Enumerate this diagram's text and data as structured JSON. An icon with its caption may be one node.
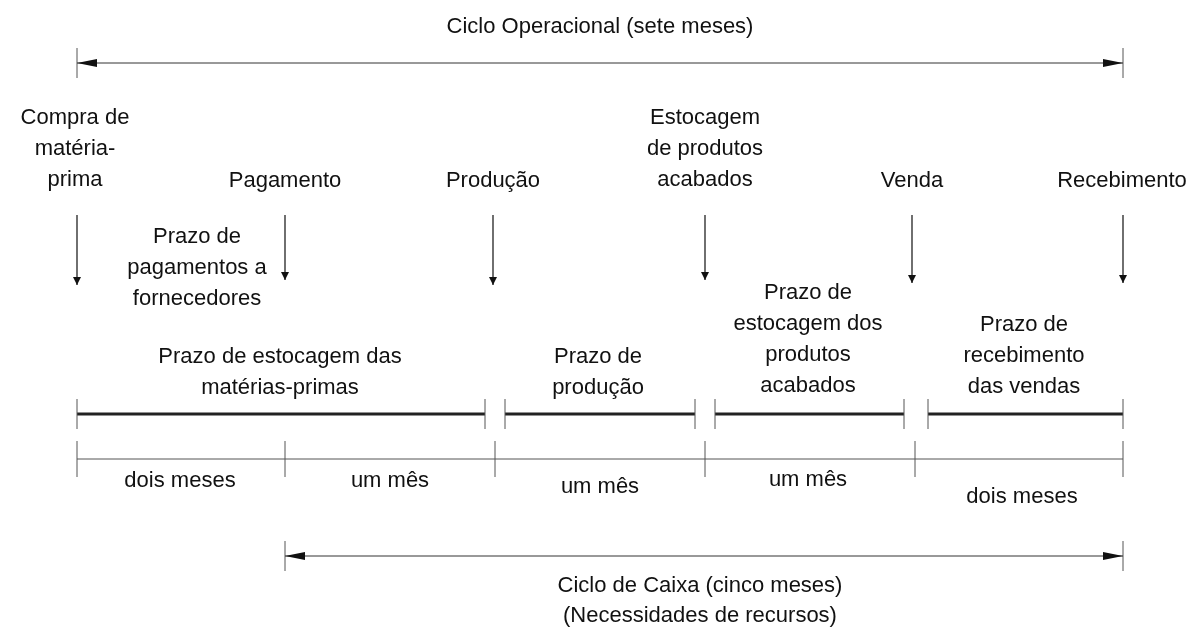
{
  "diagram": {
    "labels": [
      "Ciclo Operacional (sete meses)",
      "Compra de matéria-prima",
      "Estocagem de produtos acabados",
      "Pagamento",
      "Produção",
      "Venda",
      "Recebimento",
      "Prazo de pagamentos a fornecedores",
      "Prazo de estocagem dos produtos acabados",
      "Prazo de estocagem das matérias-primas",
      "Prazo de produção",
      "Prazo de recebimento das vendas",
      "dois meses",
      "um mês",
      "um mês",
      "um mês",
      "dois meses",
      "Ciclo de Caixa (cinco meses)",
      "(Necessidades de recursos)"
    ]
  }
}
